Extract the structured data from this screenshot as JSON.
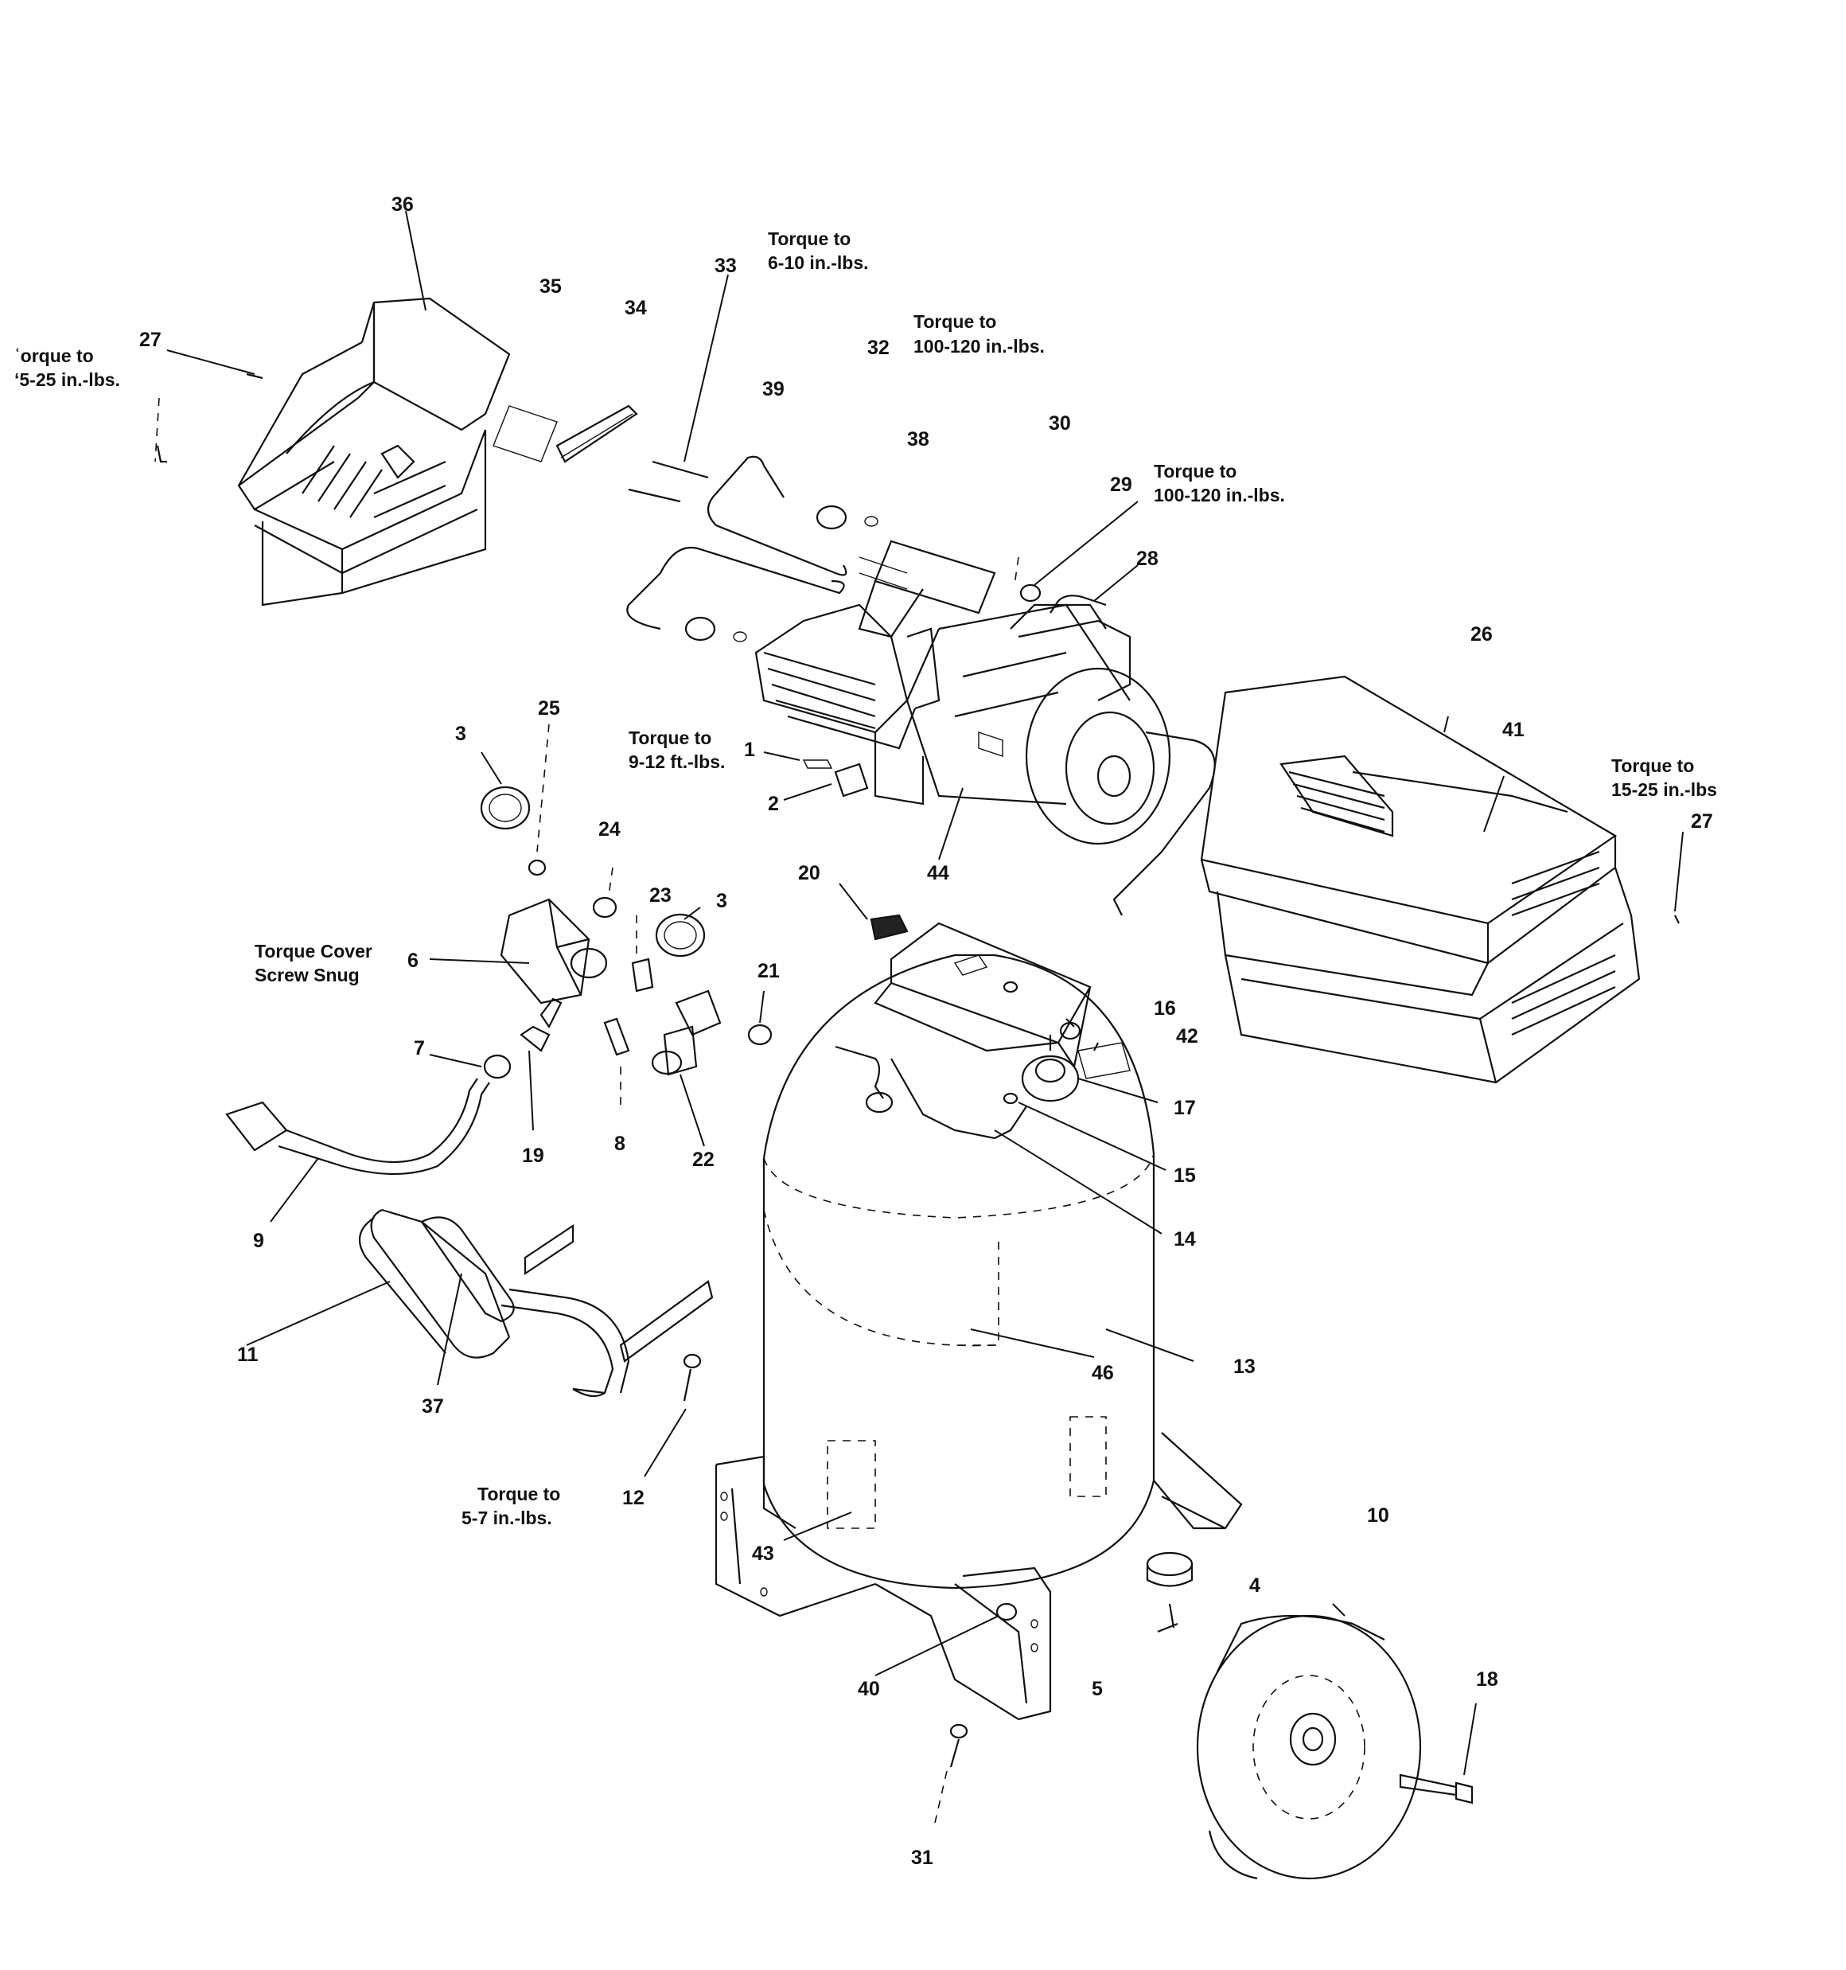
{
  "callouts": {
    "c1": "1",
    "c2": "2",
    "c3a": "3",
    "c3b": "3",
    "c4": "4",
    "c5": "5",
    "c6": "6",
    "c7": "7",
    "c8": "8",
    "c9": "9",
    "c10": "10",
    "c11": "11",
    "c12": "12",
    "c13": "13",
    "c14": "14",
    "c15": "15",
    "c16": "16",
    "c17": "17",
    "c18": "18",
    "c19": "19",
    "c20": "20",
    "c21": "21",
    "c22": "22",
    "c23": "23",
    "c24": "24",
    "c25": "25",
    "c26": "26",
    "c27a": "27",
    "c27b": "27",
    "c28": "28",
    "c29": "29",
    "c30": "30",
    "c31": "31",
    "c32": "32",
    "c33": "33",
    "c34": "34",
    "c35": "35",
    "c36": "36",
    "c37": "37",
    "c38": "38",
    "c39": "39",
    "c40": "40",
    "c41": "41",
    "c42": "42",
    "c43": "43",
    "c44": "44",
    "c46": "46"
  },
  "torque_notes": {
    "n_left_l1": "ʿorque to",
    "n_left_l2": "ʻ5-25 in.-lbs.",
    "n33_l1": "Torque to",
    "n33_l2": "6-10 in.-lbs.",
    "n32_l1": "Torque to",
    "n32_l2": "100-120 in.-lbs.",
    "n29_l1": "Torque to",
    "n29_l2": "100-120 in.-lbs.",
    "n1_l1": "Torque to",
    "n1_l2": "9-12 ft.-lbs.",
    "n27_l1": "Torque to",
    "n27_l2": "15-25 in.-lbs",
    "n6_l1": "Torque Cover",
    "n6_l2": "Screw Snug",
    "n12_l1": "Torque to",
    "n12_l2": "5-7 in.-lbs."
  }
}
